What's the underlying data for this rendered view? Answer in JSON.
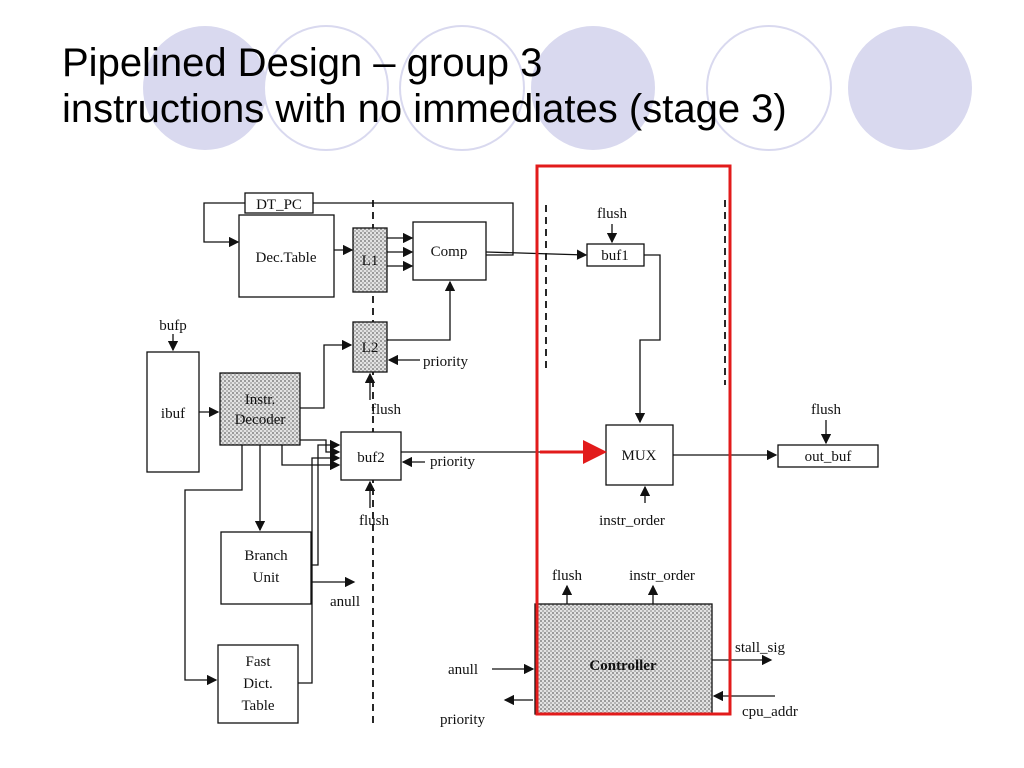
{
  "slide": {
    "title_line1": "Pipelined Design – group 3",
    "title_line2": "instructions with no immediates (stage 3)"
  },
  "diagram": {
    "blocks": {
      "dt_pc": "DT_PC",
      "dec_table": "Dec.Table",
      "l1": "L1",
      "l2": "L2",
      "comp": "Comp",
      "buf1": "buf1",
      "ibuf": "ibuf",
      "instr_decoder_line1": "Instr.",
      "instr_decoder_line2": "Decoder",
      "buf2": "buf2",
      "mux": "MUX",
      "out_buf": "out_buf",
      "branch_unit_line1": "Branch",
      "branch_unit_line2": "Unit",
      "fast_dict_line1": "Fast",
      "fast_dict_line2": "Dict.",
      "fast_dict_line3": "Table",
      "controller": "Controller"
    },
    "signals": {
      "bufp": "bufp",
      "flush_buf1": "flush",
      "priority_l2": "priority",
      "flush_l2": "flush",
      "priority_buf2": "priority",
      "flush_buf2": "flush",
      "flush_outbuf": "flush",
      "instr_order_mux": "instr_order",
      "anull_branch": "anull",
      "flush_controller": "flush",
      "instr_order_controller": "instr_order",
      "stall_sig": "stall_sig",
      "anull_in": "anull",
      "cpu_addr": "cpu_addr",
      "priority_out": "priority"
    },
    "colors": {
      "highlight": "#e21b1b",
      "decor_circle": "#d9d9ef",
      "shade": "#c8c8c8"
    }
  }
}
